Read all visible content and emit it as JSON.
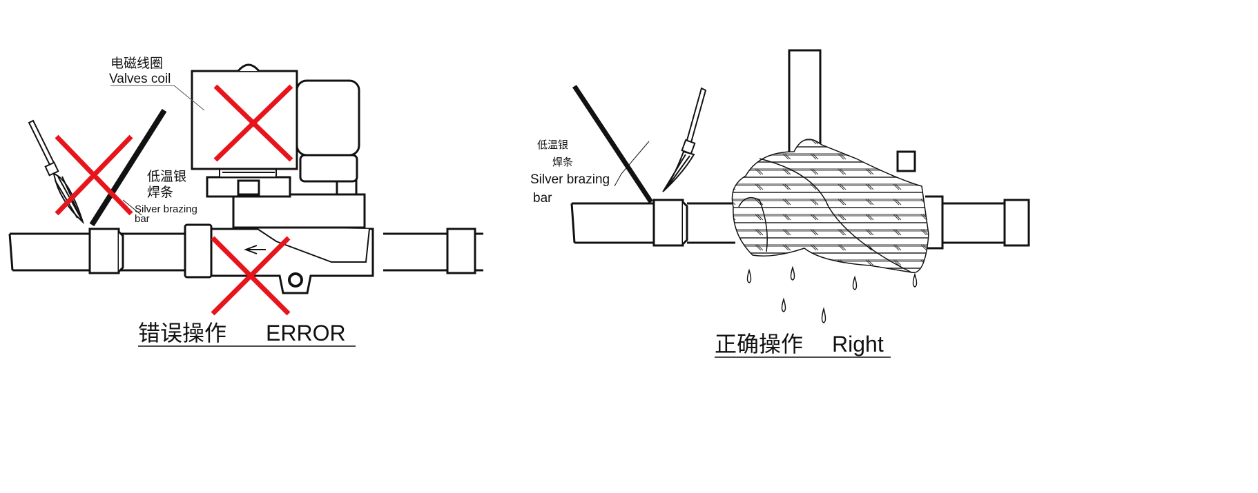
{
  "left_panel": {
    "coil_label_cn": "电磁线圈",
    "coil_label_en": "Valves coil",
    "bar_label_cn_1": "低温银",
    "bar_label_cn_2": "焊条",
    "bar_label_en_1": "Silver brazing",
    "bar_label_en_2": "bar",
    "caption_cn": "错误操作",
    "caption_en": "ERROR"
  },
  "right_panel": {
    "bar_label_cn_1": "低温银",
    "bar_label_cn_2": "焊条",
    "bar_label_en_1": "Silver brazing",
    "bar_label_en_2": "bar",
    "caption_cn": "正确操作",
    "caption_en": "Right"
  },
  "colors": {
    "error_mark": "#e8141c",
    "line": "#111111",
    "hatch": "#999999"
  }
}
